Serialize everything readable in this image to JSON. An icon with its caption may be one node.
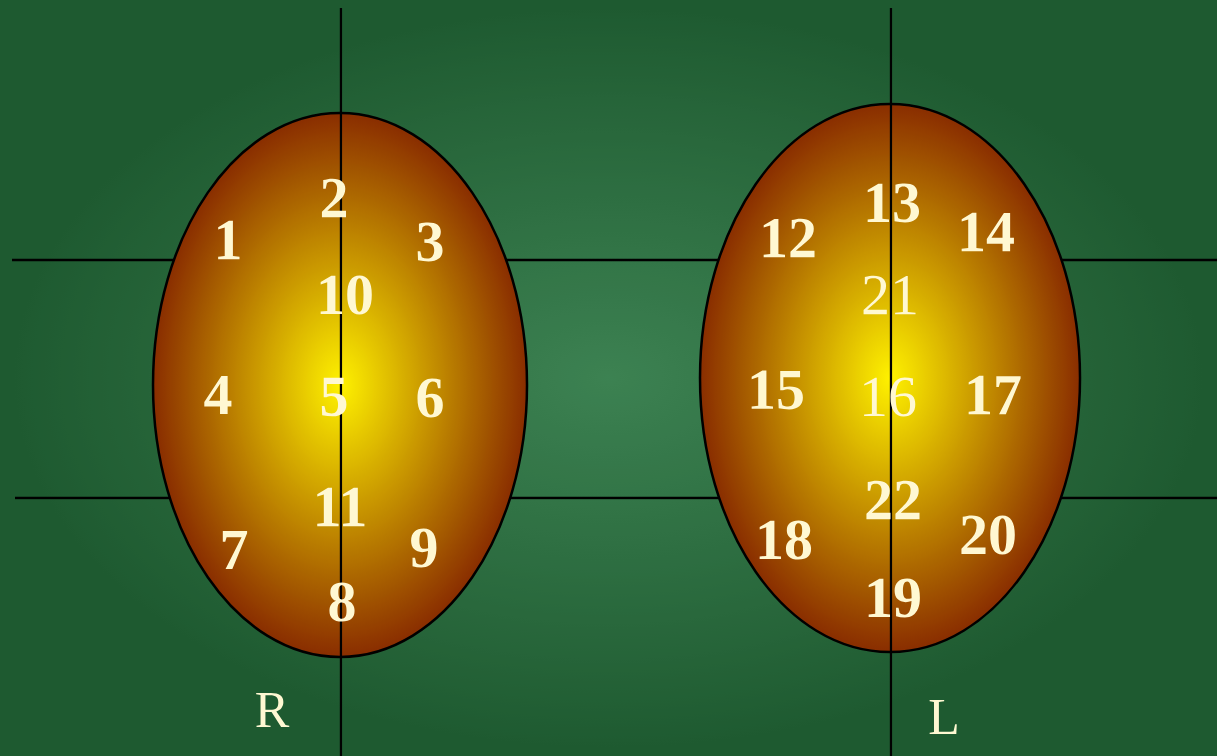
{
  "diagram": {
    "nodes": [
      {
        "text": [
          "1",
          "2",
          "3",
          "10",
          "4",
          "5",
          "6",
          "11",
          "7",
          "8",
          "9"
        ],
        "beside": [
          "R"
        ]
      },
      {
        "text": [
          "12",
          "13",
          "14",
          "21",
          "15",
          "16",
          "17",
          "22",
          "18",
          "19",
          "20"
        ],
        "beside": [
          "L"
        ]
      }
    ]
  }
}
